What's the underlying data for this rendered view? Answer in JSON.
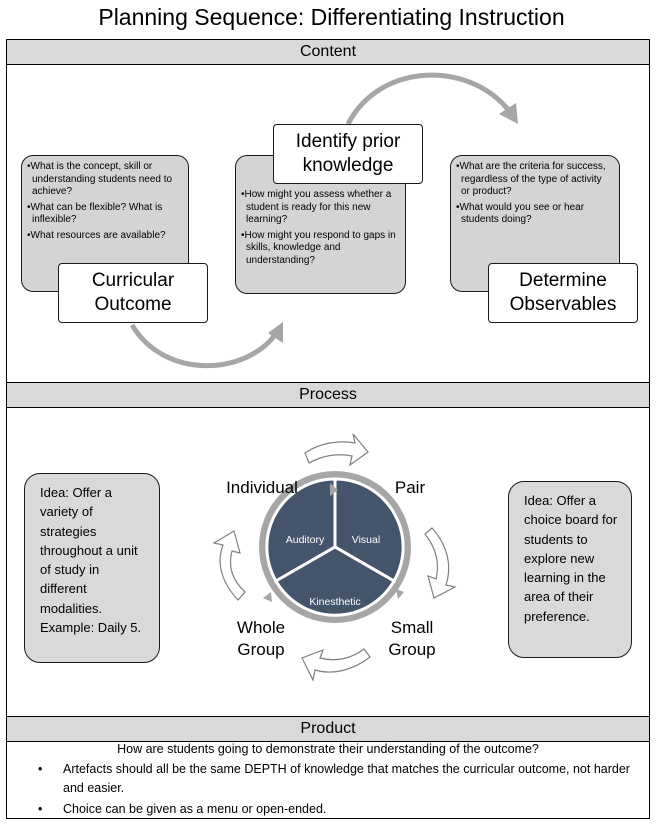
{
  "title": "Planning Sequence: Differentiating Instruction",
  "sections": {
    "content": "Content",
    "process": "Process",
    "product": "Product"
  },
  "content": {
    "curricular_outcome": {
      "label_line1": "Curricular",
      "label_line2": "Outcome",
      "bullets": [
        "What is the concept, skill or understanding students need to achieve?",
        "What can be flexible? What is inflexible?",
        "What resources are available?"
      ]
    },
    "prior_knowledge": {
      "label_line1": "Identify prior",
      "label_line2": "knowledge",
      "bullets": [
        "How might you assess whether a student is ready for this new learning?",
        "How might you respond to gaps in skills, knowledge and understanding?"
      ]
    },
    "observables": {
      "label_line1": "Determine",
      "label_line2": "Observables",
      "bullets": [
        "What are the criteria for success, regardless of the type of activity or product?",
        "What would you see or hear students doing?"
      ]
    }
  },
  "process": {
    "idea_left": "Idea: Offer a variety of strategies throughout a unit of study in different modalities. Example: Daily 5.",
    "idea_right": "Idea: Offer a choice board for students to explore new learning in the area of their preference.",
    "groupings": {
      "individual": "Individual",
      "pair": "Pair",
      "small_line1": "Small",
      "small_line2": "Group",
      "whole_line1": "Whole",
      "whole_line2": "Group"
    },
    "modalities": {
      "auditory": "Auditory",
      "visual": "Visual",
      "kinesthetic": "Kinesthetic"
    }
  },
  "product": {
    "question": "How are students going to demonstrate their understanding of the outcome?",
    "bullets": [
      "Artefacts should all be the same DEPTH of knowledge that matches the curricular outcome, not harder and easier.",
      "Choice can be given as a menu or open-ended."
    ]
  },
  "colors": {
    "band": "#d9d9d9",
    "box_gray": "#d4d4d4",
    "arrow_gray": "#a6a6a6",
    "pie_fill": "#44546a",
    "pie_ring": "#a6a6a6"
  }
}
